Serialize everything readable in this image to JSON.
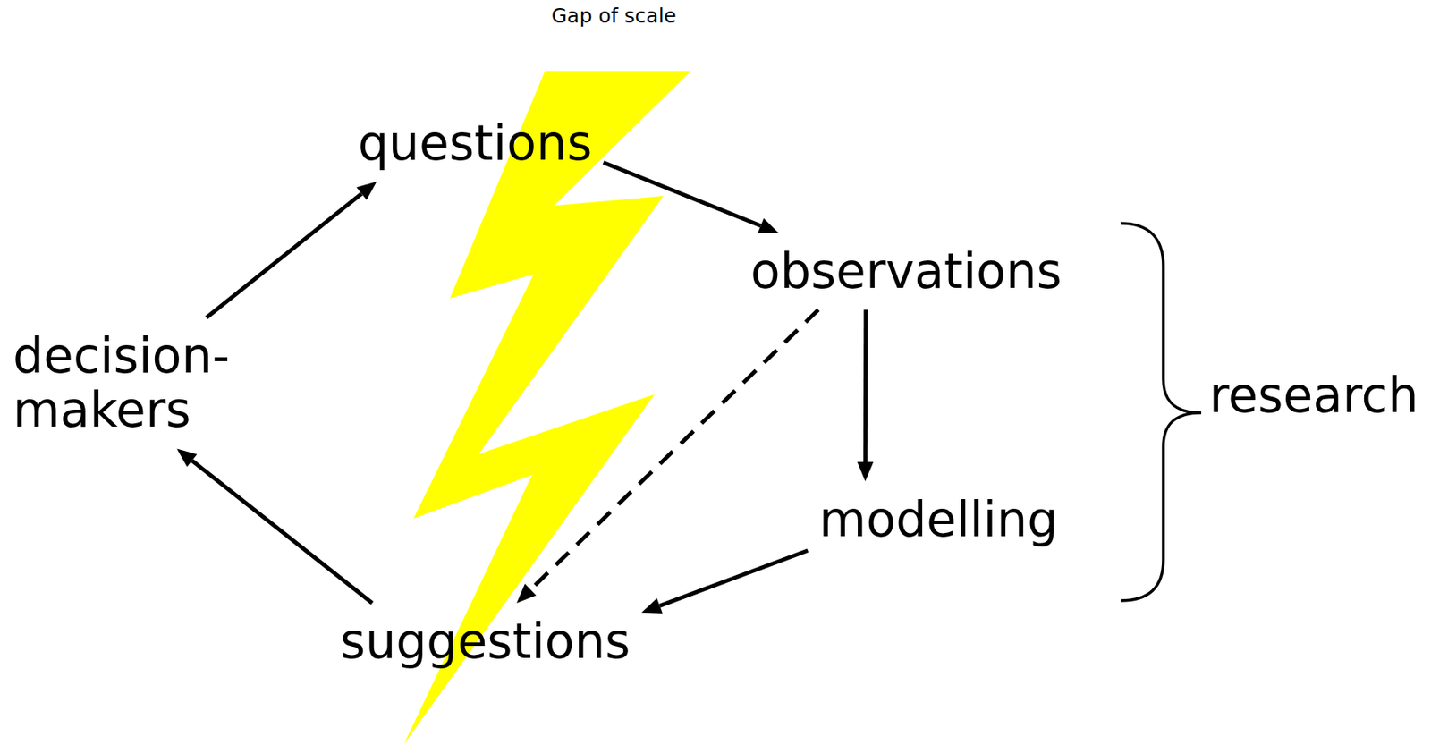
{
  "diagram": {
    "nodes": [
      {
        "text": [
          "questions"
        ]
      },
      {
        "text": [
          "observations"
        ]
      },
      {
        "text": [
          "decision- makers"
        ]
      },
      {
        "text": [
          "modelling"
        ]
      },
      {
        "text": [
          "suggestions"
        ]
      }
    ],
    "edges": [
      {
        "from": 2,
        "to": 0,
        "arrow": "to"
      },
      {
        "from": 0,
        "to": 1,
        "arrow": "to"
      },
      {
        "from": 1,
        "to": 3,
        "arrow": "to"
      },
      {
        "from": 1,
        "to": 4,
        "arrow": "to"
      },
      {
        "from": 3,
        "to": 4,
        "arrow": "to"
      },
      {
        "from": 4,
        "to": 2,
        "arrow": "to"
      }
    ],
    "labels": [
      "Gap of scale",
      "research"
    ]
  }
}
